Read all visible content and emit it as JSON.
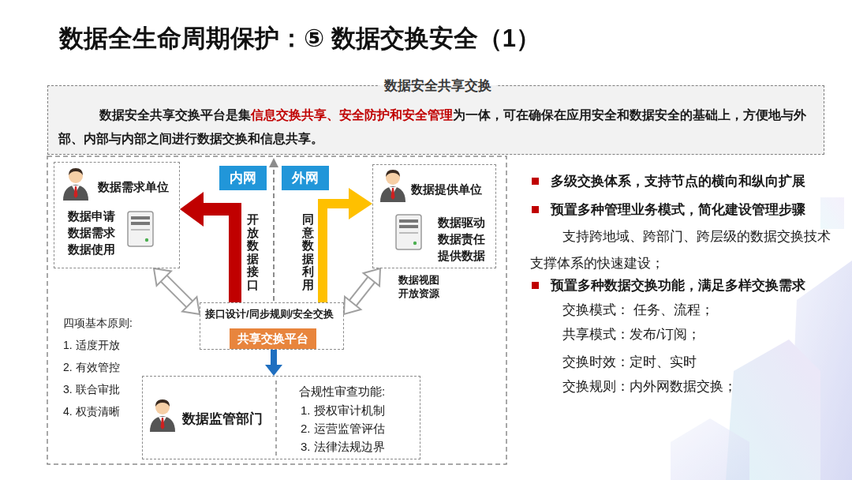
{
  "diagram": {
    "title": "数据全生命周期保护：⑤ 数据交换安全（1）",
    "nodes": [
      {
        "text": [
          "数据安全共享交换",
          "数据安全共享交换平台是集",
          "信息交换共享、安全防护和安全管理",
          "为一体，可在确保在应用安全和数据安全的基础上，方便地与外部、内部与内部之间进行数据交换和信息共享。"
        ]
      },
      {
        "text": [
          "数据需求单位",
          "数据申请 数据需求 数据使用"
        ]
      },
      {
        "text": [
          "内网"
        ]
      },
      {
        "text": [
          "外网"
        ]
      },
      {
        "text": [
          "数据提供单位",
          "数据驱动 数据责任 提供数据"
        ]
      },
      {
        "text": [
          "接口设计/同步规则/安全交换"
        ]
      },
      {
        "text": [
          "共享交换平台"
        ],
        "in": 5
      },
      {
        "text": [
          "数据监管部门",
          "合规性审查功能:",
          "1. 授权审计机制",
          "2. 运营监管评估",
          "3. 法律法规边界"
        ]
      }
    ],
    "edges": [
      {
        "from": 5,
        "to": 1,
        "arrow": "to",
        "label": "开放数据接口"
      },
      {
        "from": 5,
        "to": 4,
        "arrow": "to",
        "label": "同意数据利用"
      },
      {
        "from": 1,
        "to": 5,
        "arrow": "both"
      },
      {
        "from": 4,
        "to": 5,
        "arrow": "both",
        "label": "数据视图 开放资源"
      },
      {
        "from": 5,
        "to": 7,
        "arrow": "to"
      }
    ],
    "labels": [
      "四项基本原则:",
      "1. 适度开放",
      "2. 有效管控",
      "3. 联合审批",
      "4. 权责清晰",
      "多级交换体系，支持节点的横向和纵向扩展",
      "预置多种管理业务模式，简化建设管理步骤",
      "支持跨地域、跨部门、跨层级的数据交换技术支撑体系的快速建设；",
      "预置多种数据交换功能，满足多样交换需求",
      "交换模式： 任务、流程；",
      "共享模式：发布/订阅；",
      "交换时效：定时、实时",
      "交换规则：内外网数据交换；"
    ]
  }
}
